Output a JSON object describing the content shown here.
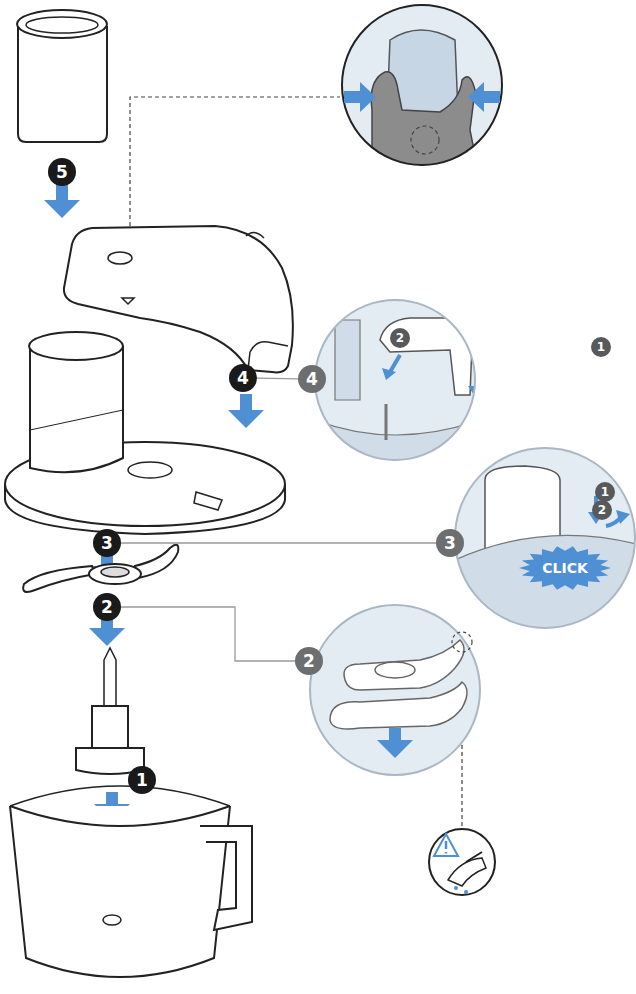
{
  "diagram": {
    "nodes": [
      {
        "text": [
          "5"
        ]
      },
      {
        "text": [
          "2"
        ]
      },
      {
        "text": [
          "1"
        ]
      },
      {
        "text": [
          "4"
        ]
      },
      {
        "text": [
          "4"
        ]
      },
      {
        "text": [
          "1"
        ]
      },
      {
        "text": [
          "2"
        ]
      },
      {
        "text": [
          "3"
        ]
      },
      {
        "text": [
          "3"
        ]
      },
      {
        "text": [
          "CLICK"
        ]
      },
      {
        "text": [
          "2"
        ]
      },
      {
        "text": [
          "2"
        ]
      },
      {
        "text": [
          "1"
        ]
      }
    ],
    "edges": [
      {
        "from": 3,
        "to": 4,
        "arrow": "none"
      },
      {
        "from": 7,
        "to": 8,
        "arrow": "none"
      },
      {
        "from": 10,
        "to": 11,
        "arrow": "none"
      }
    ]
  }
}
